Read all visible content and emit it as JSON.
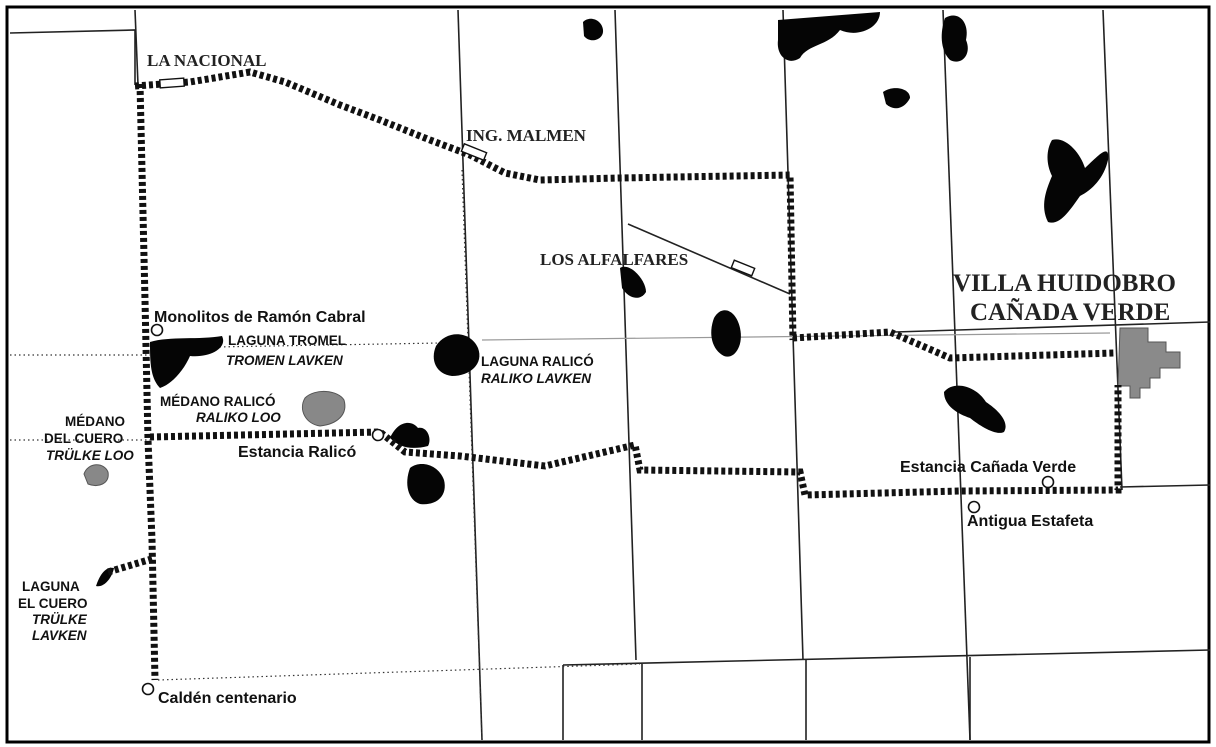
{
  "labels": {
    "la_nacional": "LA NACIONAL",
    "ing_malmen": "ING. MALMEN",
    "los_alfalfares": "LOS ALFALFARES",
    "villa_huidobro": "VILLA HUIDOBRO",
    "canada_verde": "CAÑADA VERDE",
    "monolitos": "Monolitos de Ramón Cabral",
    "laguna_tromel": "LAGUNA TROMEL",
    "tromen_lavken": "TROMEN LAVKEN",
    "laguna_ralico": "LAGUNA RALICÓ",
    "raliko_lavken": "RALIKO LAVKEN",
    "medano_ralico": "MÉDANO RALICÓ",
    "raliko_loo": "RALIKO LOO",
    "medano": "MÉDANO",
    "del_cuero": "DEL CUERO",
    "trulke_loo": "TRÜLKE LOO",
    "estancia_ralico": "Estancia Ralicó",
    "laguna": "LAGUNA",
    "el_cuero": "EL CUERO",
    "trulke": "TRÜLKE",
    "lavken": "LAVKEN",
    "caldén": "Caldén centenario",
    "estancia_canada_verde": "Estancia Cañada Verde",
    "antigua_estafeta": "Antigua Estafeta"
  },
  "colors": {
    "lake": "#050505",
    "dune": "#888888",
    "town": "#8a8a8a",
    "road": "#111111"
  }
}
